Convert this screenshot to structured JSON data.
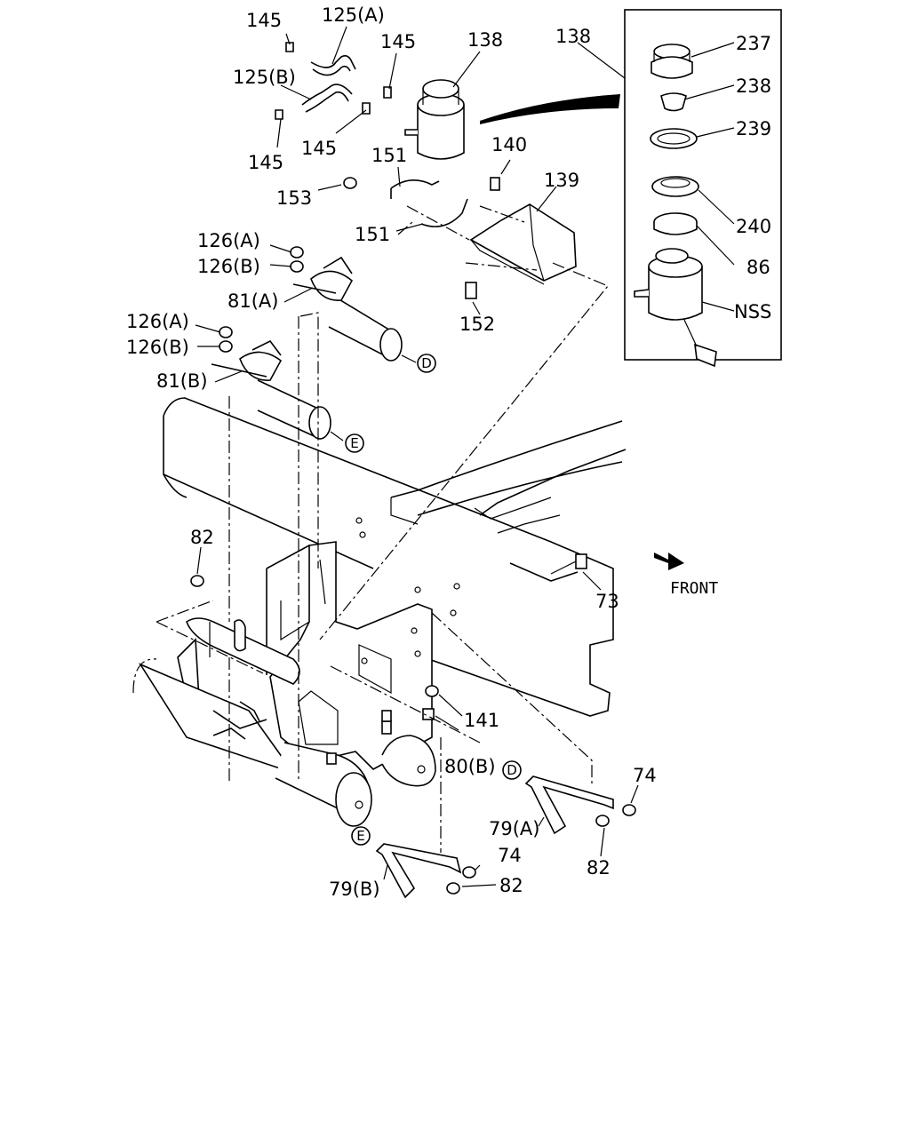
{
  "diagram": {
    "direction_label": "FRONT",
    "callouts": [
      {
        "id": "c145a",
        "text": "145"
      },
      {
        "id": "c125a",
        "text": "125(A)"
      },
      {
        "id": "c145b",
        "text": "145"
      },
      {
        "id": "c138a",
        "text": "138"
      },
      {
        "id": "c138b",
        "text": "138"
      },
      {
        "id": "c125b",
        "text": "125(B)"
      },
      {
        "id": "c145c",
        "text": "145"
      },
      {
        "id": "c145d",
        "text": "145"
      },
      {
        "id": "c140",
        "text": "140"
      },
      {
        "id": "c151a",
        "text": "151"
      },
      {
        "id": "c139",
        "text": "139"
      },
      {
        "id": "c153",
        "text": "153"
      },
      {
        "id": "c151b",
        "text": "151"
      },
      {
        "id": "c126a1",
        "text": "126(A)"
      },
      {
        "id": "c126b1",
        "text": "126(B)"
      },
      {
        "id": "c81a",
        "text": "81(A)"
      },
      {
        "id": "c152",
        "text": "152"
      },
      {
        "id": "c126a2",
        "text": "126(A)"
      },
      {
        "id": "c126b2",
        "text": "126(B)"
      },
      {
        "id": "c81b",
        "text": "81(B)"
      },
      {
        "id": "c82a",
        "text": "82"
      },
      {
        "id": "c73",
        "text": "73"
      },
      {
        "id": "c141",
        "text": "141"
      },
      {
        "id": "c80b",
        "text": "80(B)"
      },
      {
        "id": "c74a",
        "text": "74"
      },
      {
        "id": "c79a",
        "text": "79(A)"
      },
      {
        "id": "c82b",
        "text": "82"
      },
      {
        "id": "c74b",
        "text": "74"
      },
      {
        "id": "c79b",
        "text": "79(B)"
      },
      {
        "id": "c82c",
        "text": "82"
      }
    ],
    "inset_callouts": [
      {
        "id": "i237",
        "text": "237"
      },
      {
        "id": "i238",
        "text": "238"
      },
      {
        "id": "i239",
        "text": "239"
      },
      {
        "id": "i240",
        "text": "240"
      },
      {
        "id": "i86",
        "text": "86"
      },
      {
        "id": "iNSS",
        "text": "NSS"
      }
    ],
    "reference_markers": [
      {
        "id": "refD1",
        "text": "D"
      },
      {
        "id": "refE1",
        "text": "E"
      },
      {
        "id": "refD2",
        "text": "D"
      },
      {
        "id": "refE2",
        "text": "E"
      }
    ]
  }
}
